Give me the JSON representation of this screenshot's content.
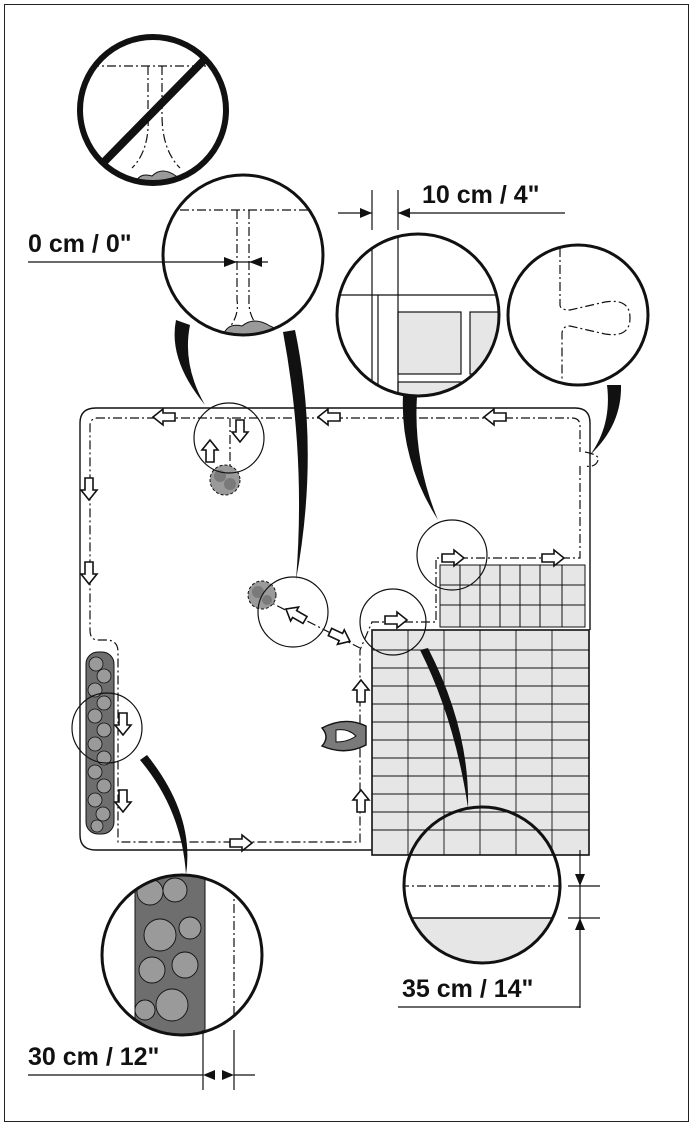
{
  "labels": {
    "gap_0": "0 cm / 0\"",
    "gap_10": "10 cm / 4\"",
    "gap_35": "35 cm / 14\"",
    "gap_30": "30 cm / 12\""
  },
  "colors": {
    "line": "#111111",
    "paving_fill": "#e6e6e6",
    "dark_fill": "#6e6e6e",
    "bush_fill": "#9a9a9a",
    "mower_fill": "#7a7a7a"
  },
  "icons": [
    "prohibited-icon",
    "arrow-icon",
    "robotic-mower-icon",
    "bush-icon",
    "tree-icon"
  ]
}
